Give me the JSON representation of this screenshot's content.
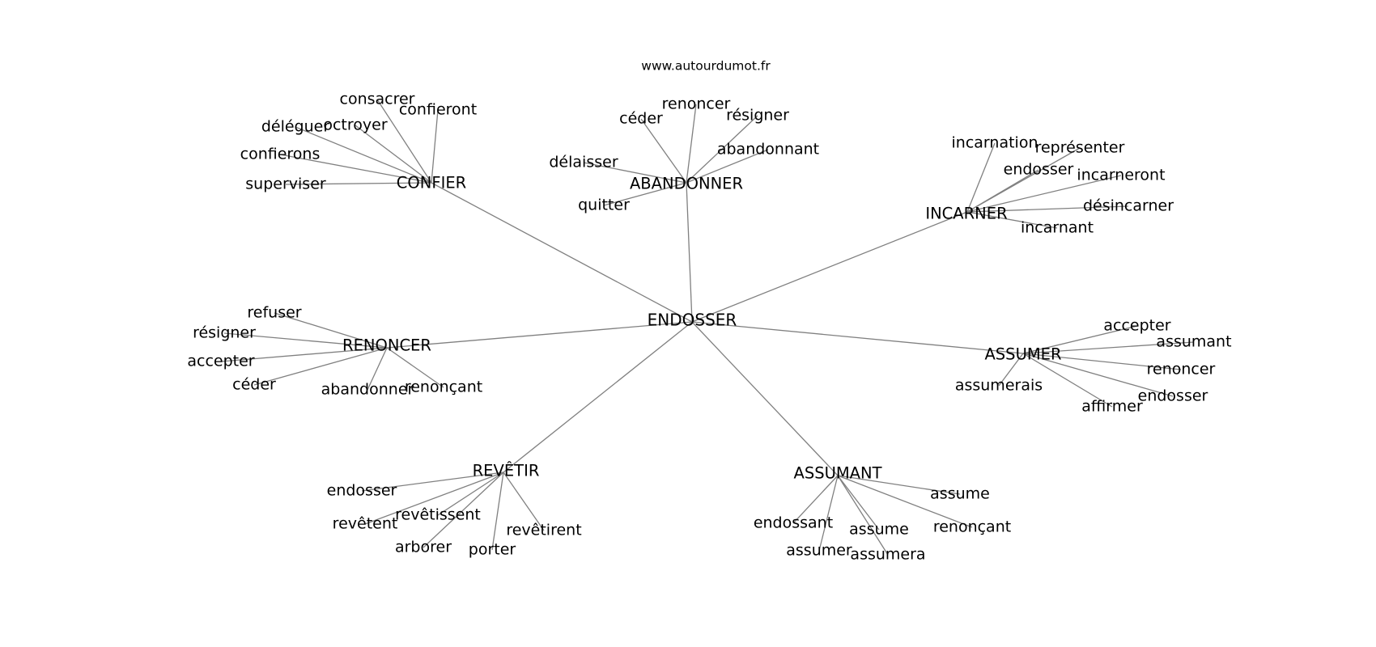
{
  "site_label": "www.autourdumot.fr",
  "center": {
    "label": "ENDOSSER"
  },
  "clusters": [
    {
      "label": "CONFIER",
      "leaves": [
        "consacrer",
        "confieront",
        "déléguer",
        "octroyer",
        "confierons",
        "superviser"
      ]
    },
    {
      "label": "ABANDONNER",
      "leaves": [
        "renoncer",
        "céder",
        "résigner",
        "abandonnant",
        "délaisser",
        "quitter"
      ]
    },
    {
      "label": "INCARNER",
      "leaves": [
        "incarnation",
        "représenter",
        "endosser",
        "incarneront",
        "désincarner",
        "incarnant"
      ]
    },
    {
      "label": "RENONCER",
      "leaves": [
        "refuser",
        "résigner",
        "accepter",
        "céder",
        "abandonner",
        "renonçant"
      ]
    },
    {
      "label": "ASSUMER",
      "leaves": [
        "accepter",
        "assumant",
        "renoncer",
        "assumerais",
        "endosser",
        "affirmer"
      ]
    },
    {
      "label": "REVÊTIR",
      "leaves": [
        "endosser",
        "revêtent",
        "revêtissent",
        "revêtirent",
        "arborer",
        "porter"
      ]
    },
    {
      "label": "ASSUMANT",
      "leaves": [
        "assume",
        "endossant",
        "assume",
        "renonçant",
        "assumer",
        "assumera"
      ]
    }
  ]
}
